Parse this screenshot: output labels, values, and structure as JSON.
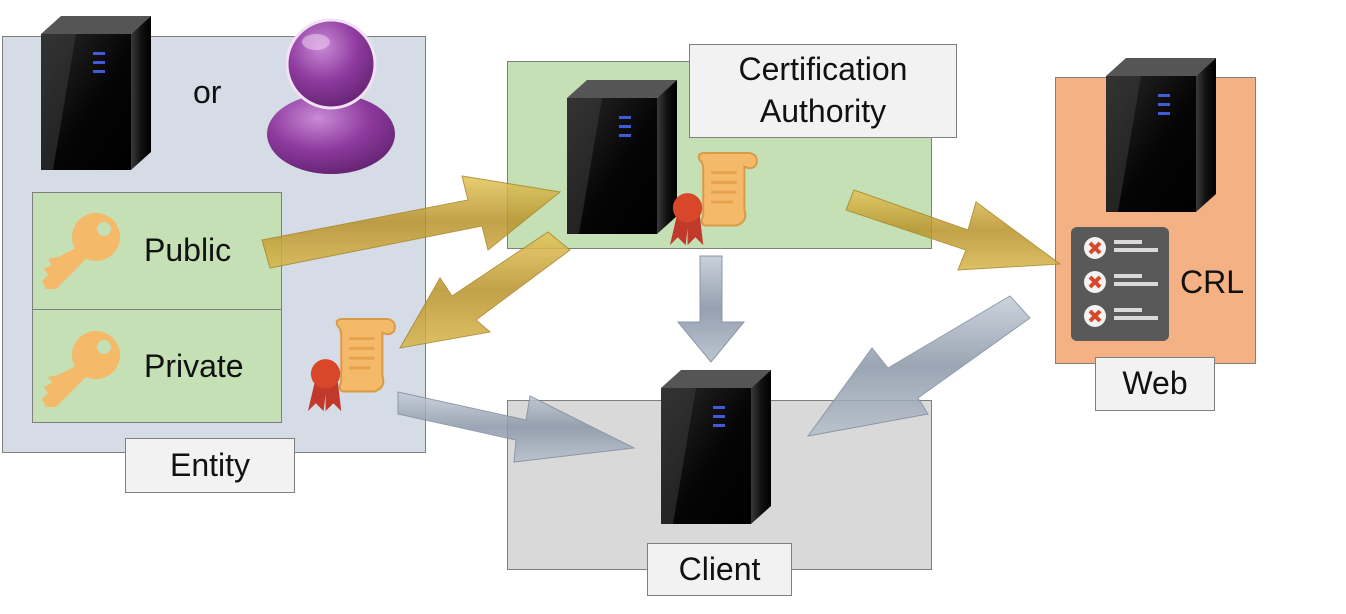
{
  "entity": {
    "or_text": "or",
    "public_label": "Public",
    "private_label": "Private",
    "name": "Entity"
  },
  "ca": {
    "name_line1": "Certification",
    "name_line2": "Authority"
  },
  "web": {
    "crl_label": "CRL",
    "name": "Web"
  },
  "client": {
    "name": "Client"
  },
  "colors": {
    "entity_bg": "#d6dce5",
    "key_panel_bg": "#c5e0b4",
    "ca_bg": "#c5e0b4",
    "web_bg": "#f4b183",
    "client_bg": "#d9d9d9",
    "key_color": "#f4b969",
    "person_color": "#8e3a9e",
    "gold_arrow": "#c9a227",
    "gray_arrow": "#9aa8b8",
    "seal_red": "#d9472b"
  },
  "icons": [
    "server-icon",
    "person-icon",
    "key-icon",
    "certificate-icon",
    "crl-list-icon",
    "arrow"
  ]
}
